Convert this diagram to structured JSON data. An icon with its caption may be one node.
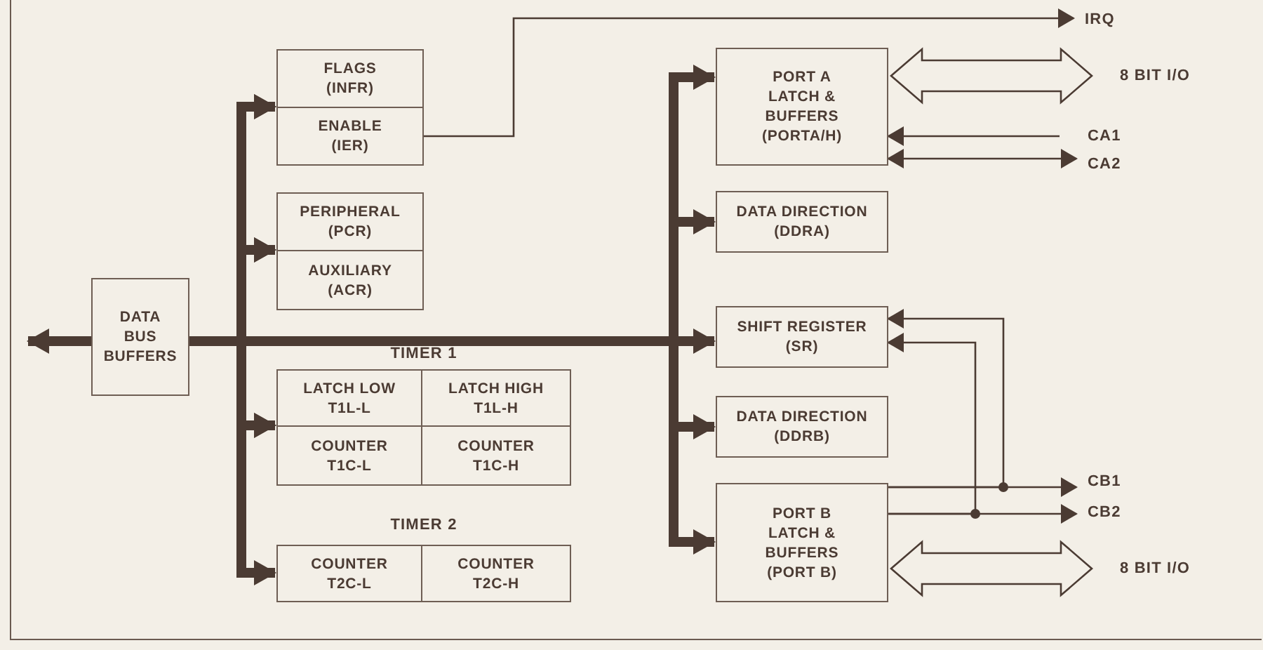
{
  "diagram": {
    "nodes": [
      {
        "text": [
          "DATA BUS BUFFERS"
        ]
      },
      {
        "text": [
          "FLAGS (INFR)"
        ]
      },
      {
        "text": [
          "ENABLE (IER)"
        ]
      },
      {
        "text": [
          "PERIPHERAL (PCR)"
        ]
      },
      {
        "text": [
          "AUXILIARY (ACR)"
        ]
      },
      {
        "text": [
          "LATCH LOW T1L-L"
        ]
      },
      {
        "text": [
          "LATCH HIGH T1L-H"
        ]
      },
      {
        "text": [
          "COUNTER T1C-L"
        ]
      },
      {
        "text": [
          "COUNTER T1C-H"
        ]
      },
      {
        "text": [
          "COUNTER T2C-L"
        ]
      },
      {
        "text": [
          "COUNTER T2C-H"
        ]
      },
      {
        "text": [
          "PORT A LATCH & BUFFERS (PORTA/H)"
        ]
      },
      {
        "text": [
          "DATA DIRECTION (DDRA)"
        ]
      },
      {
        "text": [
          "SHIFT REGISTER (SR)"
        ]
      },
      {
        "text": [
          "DATA DIRECTION (DDRB)"
        ]
      },
      {
        "text": [
          "PORT B LATCH & BUFFERS (PORT B)"
        ]
      },
      {
        "text": [
          "IRQ"
        ]
      },
      {
        "text": [
          "8 BIT I/O"
        ]
      },
      {
        "text": [
          "CA1"
        ]
      },
      {
        "text": [
          "CA2"
        ]
      },
      {
        "text": [
          "CB1"
        ]
      },
      {
        "text": [
          "CB2"
        ]
      },
      {
        "text": [
          "8 BIT I/O"
        ]
      }
    ],
    "edges": [
      {
        "from": 0,
        "to": null,
        "arrow": "to"
      },
      {
        "from": 0,
        "to": 1,
        "arrow": "to"
      },
      {
        "from": 0,
        "to": 2,
        "arrow": "to"
      },
      {
        "from": 0,
        "to": 3,
        "arrow": "to"
      },
      {
        "from": 0,
        "to": 4,
        "arrow": "to"
      },
      {
        "from": 0,
        "to": 5,
        "arrow": "to"
      },
      {
        "from": 0,
        "to": 7,
        "arrow": "to"
      },
      {
        "from": 0,
        "to": 9,
        "arrow": "to"
      },
      {
        "from": 0,
        "to": 11,
        "arrow": "to"
      },
      {
        "from": 0,
        "to": 12,
        "arrow": "to"
      },
      {
        "from": 0,
        "to": 13,
        "arrow": "to"
      },
      {
        "from": 0,
        "to": 14,
        "arrow": "to"
      },
      {
        "from": 0,
        "to": 15,
        "arrow": "to"
      },
      {
        "from": 2,
        "to": 16,
        "arrow": "to"
      },
      {
        "from": 11,
        "to": 17,
        "arrow": "both",
        "style": "thick"
      },
      {
        "from": 18,
        "to": 11,
        "arrow": "to"
      },
      {
        "from": 11,
        "to": 19,
        "arrow": "both"
      },
      {
        "from": 15,
        "to": 20,
        "arrow": "to"
      },
      {
        "from": 15,
        "to": 13,
        "arrow": "to"
      },
      {
        "from": 15,
        "to": 21,
        "arrow": "to"
      },
      {
        "from": 15,
        "to": 13,
        "arrow": "to"
      },
      {
        "from": 15,
        "to": 22,
        "arrow": "both",
        "style": "thick"
      }
    ],
    "labels": [
      "TIMER 1",
      "TIMER 2"
    ]
  }
}
